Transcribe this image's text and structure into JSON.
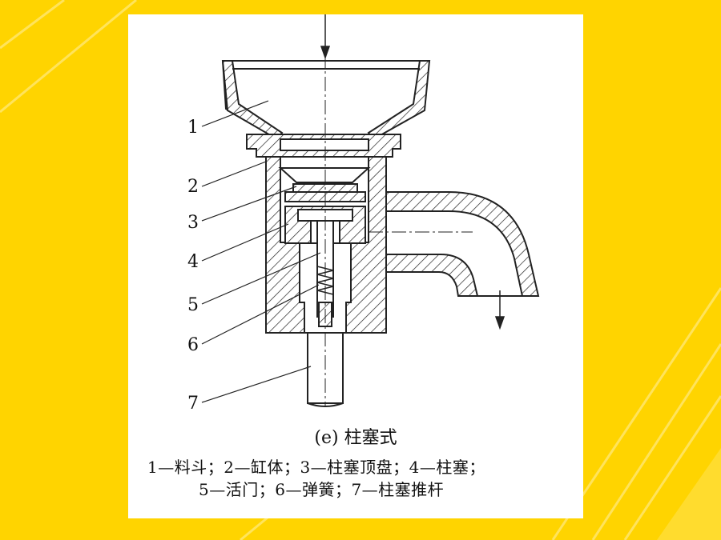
{
  "slide": {
    "background_color": "#ffd400",
    "stripe_color": "#ffe566"
  },
  "figure": {
    "part_numbers": [
      "1",
      "2",
      "3",
      "4",
      "5",
      "6",
      "7"
    ],
    "caption": "(e) 柱塞式",
    "legend_line1": "1—料斗；2—缸体；3—柱塞顶盘；4—柱塞；",
    "legend_line2": "5—活门；6—弹簧；7—柱塞推杆"
  }
}
